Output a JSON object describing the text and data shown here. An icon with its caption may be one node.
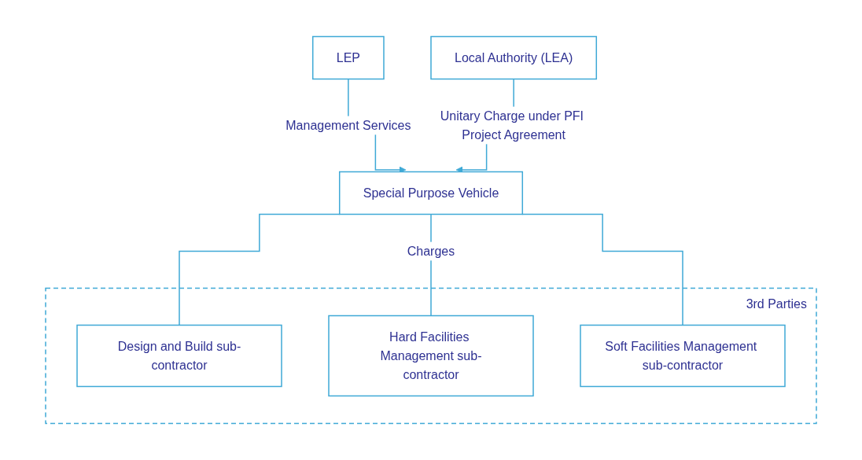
{
  "diagram": {
    "nodes": [
      {
        "text": [
          "LEP"
        ]
      },
      {
        "text": [
          "Local Authority (LEA)"
        ]
      },
      {
        "text": [
          "Special Purpose Vehicle"
        ]
      },
      {
        "text": [
          "3rd Parties"
        ]
      },
      {
        "text": [
          "Design and Build sub-contractor"
        ],
        "in": 3
      },
      {
        "text": [
          "Hard Facilities Management sub-contractor"
        ],
        "in": 3
      },
      {
        "text": [
          "Soft Facilities Management sub-contractor"
        ],
        "in": 3
      }
    ],
    "edges": [
      {
        "from": 0,
        "to": 2,
        "arrow": "to",
        "label": "Management Services"
      },
      {
        "from": 1,
        "to": 2,
        "arrow": "to",
        "label": "Unitary Charge under PFI Project Agreement"
      },
      {
        "from": 2,
        "to": 4,
        "arrow": "none"
      },
      {
        "from": 2,
        "to": 5,
        "arrow": "none",
        "label": "Charges"
      },
      {
        "from": 2,
        "to": 6,
        "arrow": "none"
      }
    ]
  }
}
